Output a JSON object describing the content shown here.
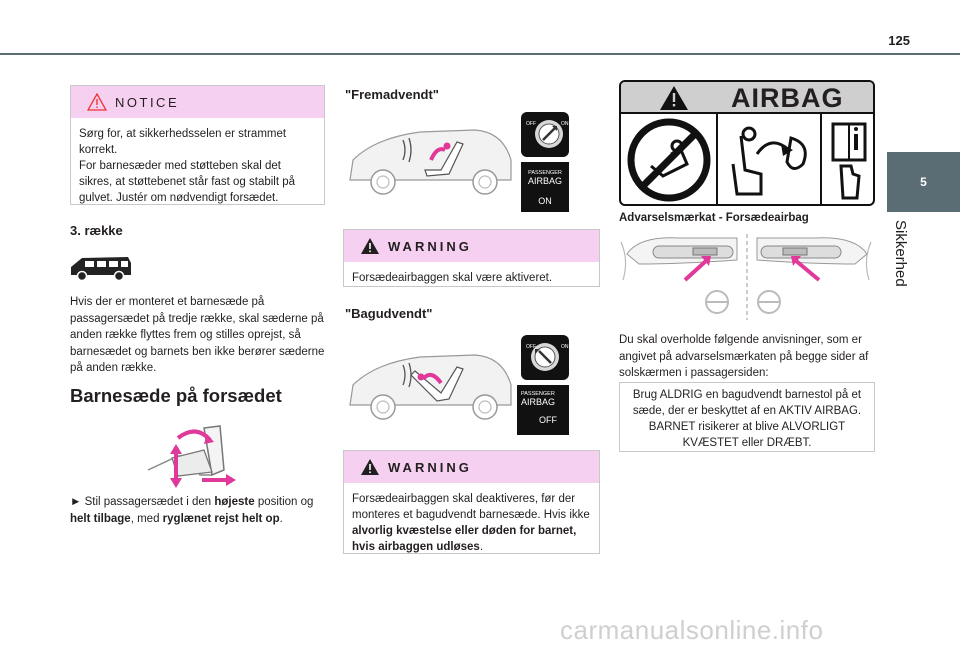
{
  "page": {
    "number": "125",
    "section_tab": "5",
    "section_title": "Sikkerhed"
  },
  "notice": {
    "title": "NOTICE",
    "lines": [
      "Sørg for, at sikkerhedsselen er strammet korrekt.",
      "For barnesæder med støtteben skal det sikres, at støttebenet står fast og stabilt på gulvet. Justér om nødvendigt forsædet."
    ]
  },
  "row3": {
    "heading": "3. række",
    "text": "Hvis der er monteret et barnesæde på passagersædet på tredje række, skal sæderne på anden række flyttes frem og stilles oprejst, så barnesædet og barnets ben ikke berører sæderne på anden række."
  },
  "front_seat": {
    "heading": "Barnesæde på forsædet",
    "instruction": {
      "prefix": "► Stil passagersædet i den ",
      "b1": "højeste",
      "mid1": " position og ",
      "b2": "helt tilbage",
      "mid2": ", med ",
      "b3": "ryglænet rejst helt op",
      "suffix": "."
    }
  },
  "forward": {
    "heading": "\"Fremadvendt\"",
    "indicator_label": "PASSENGER",
    "indicator_airbag": "AIRBAG",
    "indicator_state": "ON",
    "warning_title": "WARNING",
    "warning_text": "Forsædeairbaggen skal være aktiveret."
  },
  "rearward": {
    "heading": "\"Bagudvendt\"",
    "indicator_label": "PASSENGER",
    "indicator_airbag": "AIRBAG",
    "indicator_state": "OFF",
    "warning_title": "WARNING",
    "warning_text": {
      "prefix": "Forsædeairbaggen skal deaktiveres, før der monteres et bagudvendt barnesæde. Hvis ikke ",
      "bold": "alvorlig kvæstelse eller døden for barnet, hvis airbaggen udløses",
      "suffix": "."
    }
  },
  "airbag_label": {
    "banner": "AIRBAG",
    "caption": "Advarselsmærkat - Forsædeairbag",
    "text": "Du skal overholde følgende anvisninger, som er angivet på advarselsmærkaten på begge sider af solskærmen i passagersiden:",
    "boxed_text": "Brug ALDRIG en bagudvendt barnestol på et sæde, der er beskyttet af en AKTIV AIRBAG. BARNET risikerer at blive ALVORLIGT KVÆSTET eller DRÆBT."
  },
  "switch_labels": {
    "off": "OFF",
    "on": "ON",
    "caption": "PASSENGER AIRBAG"
  },
  "watermark": "carmanualsonline.info",
  "colors": {
    "accent_pink": "#f5d0f0",
    "tab_gray": "#5a6d75",
    "arrow_magenta": "#e0399a"
  }
}
